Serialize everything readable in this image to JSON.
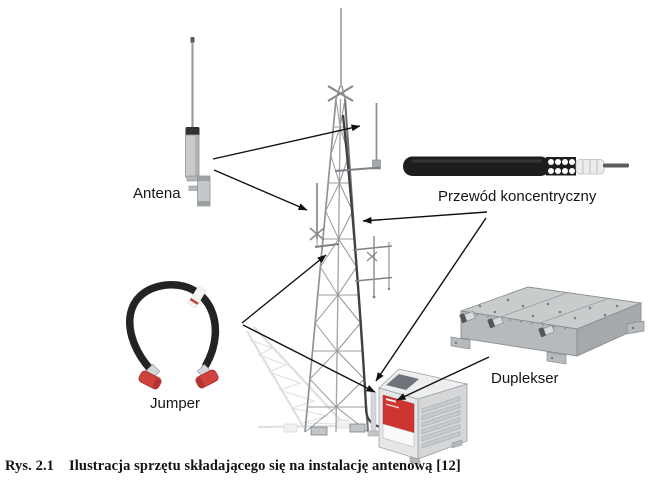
{
  "figure": {
    "caption_prefix": "Rys. 2.1",
    "caption_text": "Ilustracja sprzętu składającego się na instalację antenową [12]"
  },
  "labels": {
    "antenna": "Antena",
    "coax": "Przewód koncentryczny",
    "duplexer": "Duplekser",
    "jumper": "Jumper"
  },
  "colors": {
    "accent_red": "#cf3530",
    "cable_black": "#1d1d1d",
    "metal_gray": "#b5b8ba",
    "arrow_black": "#111111",
    "ghost_gray": "#c2c5c7"
  },
  "connections": [
    {
      "from": "antenna-image",
      "to": "tower-upper-antenna"
    },
    {
      "from": "antenna-image",
      "to": "tower-mid-antenna"
    },
    {
      "from": "coax-label",
      "to": "tower-feeder"
    },
    {
      "from": "coax-label",
      "to": "cabinet-top"
    },
    {
      "from": "jumper-image",
      "to": "tower-bracket"
    },
    {
      "from": "jumper-image",
      "to": "cabinet-side"
    },
    {
      "from": "duplexer-image",
      "to": "cabinet-red-panel"
    }
  ]
}
